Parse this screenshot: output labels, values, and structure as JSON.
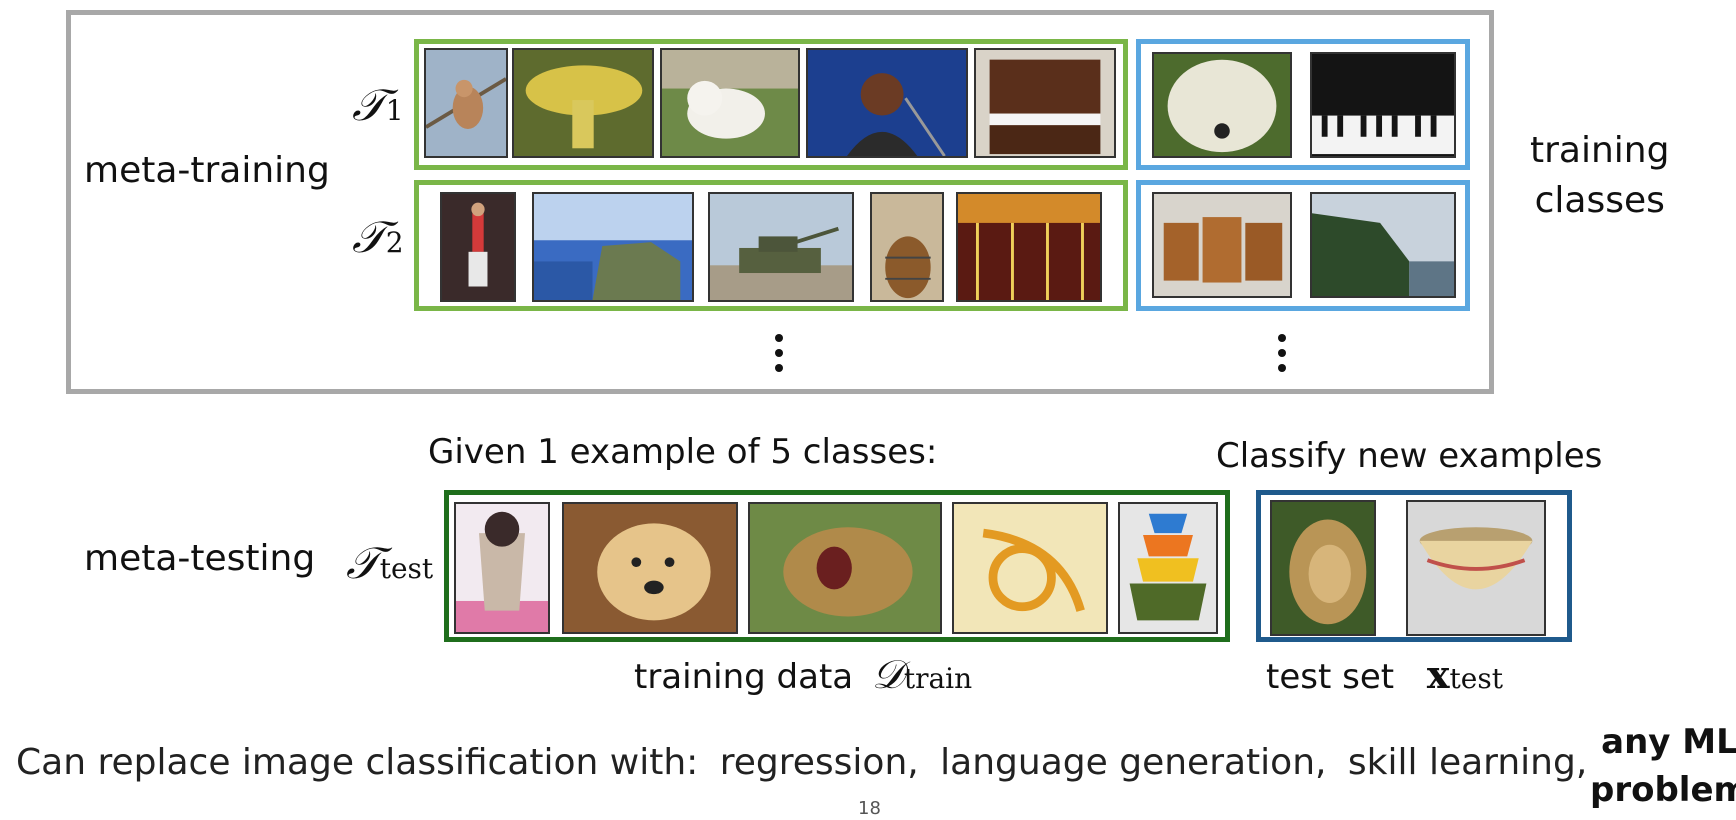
{
  "meta_training": {
    "label": "meta-training",
    "task1": {
      "symbol": "𝒯",
      "sub": "1"
    },
    "task2": {
      "symbol": "𝒯",
      "sub": "2"
    },
    "side_label_line1": "training",
    "side_label_line2": "classes"
  },
  "meta_testing": {
    "label": "meta-testing",
    "task_symbol": "𝒯",
    "task_sub": "test",
    "given_label": "Given 1 example of 5 classes:",
    "classify_label": "Classify new examples",
    "train_caption": "training data",
    "train_symbol": "𝒟",
    "train_sub": "train",
    "test_caption": "test set",
    "test_symbol": "x",
    "test_sub": "test"
  },
  "footer": {
    "prefix": "Can replace image classification with:",
    "items": [
      "regression,",
      "language generation,",
      "skill learning,"
    ],
    "last_line1": "any ML",
    "last_line2": "problem"
  },
  "page_number": "18",
  "colors": {
    "outer_border": "#a8a8a8",
    "train_green": "#7ab648",
    "train_blue": "#5aa7e0",
    "test_green": "#1f6e1c",
    "test_blue": "#1f5a8c"
  },
  "images": {
    "row1_support": [
      "bird",
      "mushroom",
      "white-dog",
      "singer",
      "piano"
    ],
    "row1_query": [
      "shaggy-dog",
      "piano-keys"
    ],
    "row2_support": [
      "gymnast",
      "cliff-coast",
      "tank",
      "barrel",
      "carousel"
    ],
    "row2_query": [
      "barrels",
      "cliffs"
    ],
    "test_support": [
      "parfait",
      "golden-retriever",
      "lion-roaring",
      "pretzel-knot",
      "stacked-bowls"
    ],
    "test_query": [
      "lion",
      "bowl"
    ]
  }
}
